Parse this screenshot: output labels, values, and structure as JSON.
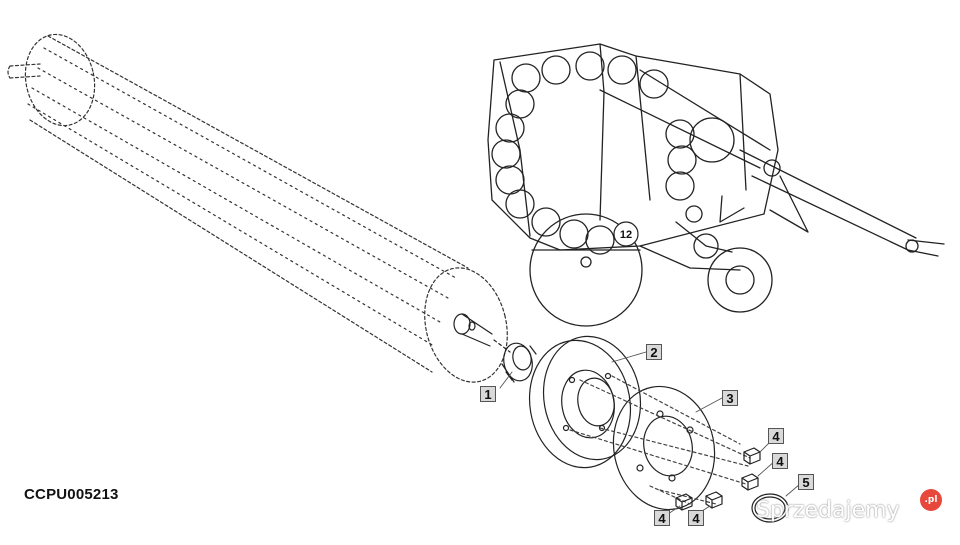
{
  "diagram": {
    "drawing_code": "CCPU005213",
    "roller_number_label": "12",
    "callouts": {
      "c1": "1",
      "c2": "2",
      "c3": "3",
      "c4a": "4",
      "c4b": "4",
      "c4c": "4",
      "c4d": "4",
      "c5": "5"
    },
    "watermark": {
      "text": "Sprzedajemy",
      "badge": ".pl"
    }
  }
}
